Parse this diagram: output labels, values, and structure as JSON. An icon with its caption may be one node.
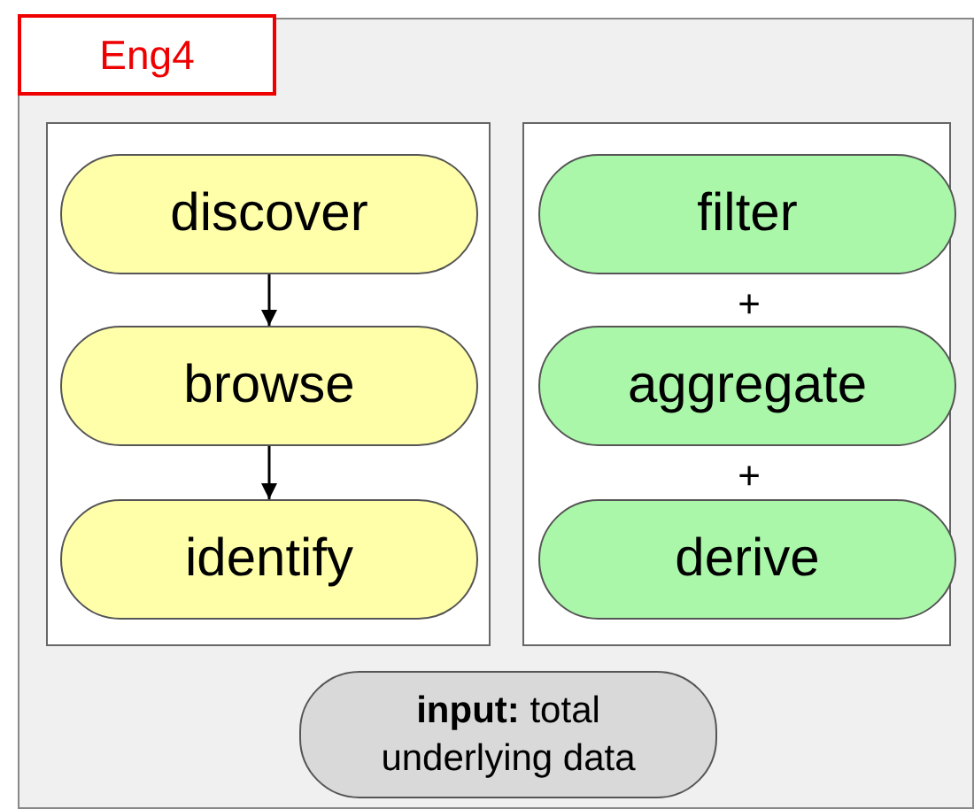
{
  "diagram": {
    "nodes": [
      {
        "text": [
          "Eng4"
        ]
      },
      {
        "text": [],
        "shape": "box",
        "in": 0
      },
      {
        "text": [
          "discover"
        ],
        "in": 1
      },
      {
        "text": [
          "browse"
        ],
        "in": 1
      },
      {
        "text": [
          "identify"
        ],
        "in": 1
      },
      {
        "text": [],
        "shape": "box",
        "in": 0
      },
      {
        "text": [
          "filter"
        ],
        "in": 5
      },
      {
        "text": [
          "aggregate"
        ],
        "in": 5
      },
      {
        "text": [
          "derive"
        ],
        "in": 5
      },
      {
        "text": [
          "**input:** total underlying data"
        ],
        "in": 0
      }
    ],
    "edges": [
      {
        "from": 2,
        "to": 3,
        "arrow": "to"
      },
      {
        "from": 3,
        "to": 4,
        "arrow": "to"
      }
    ],
    "labels": [
      "+",
      "+"
    ]
  }
}
